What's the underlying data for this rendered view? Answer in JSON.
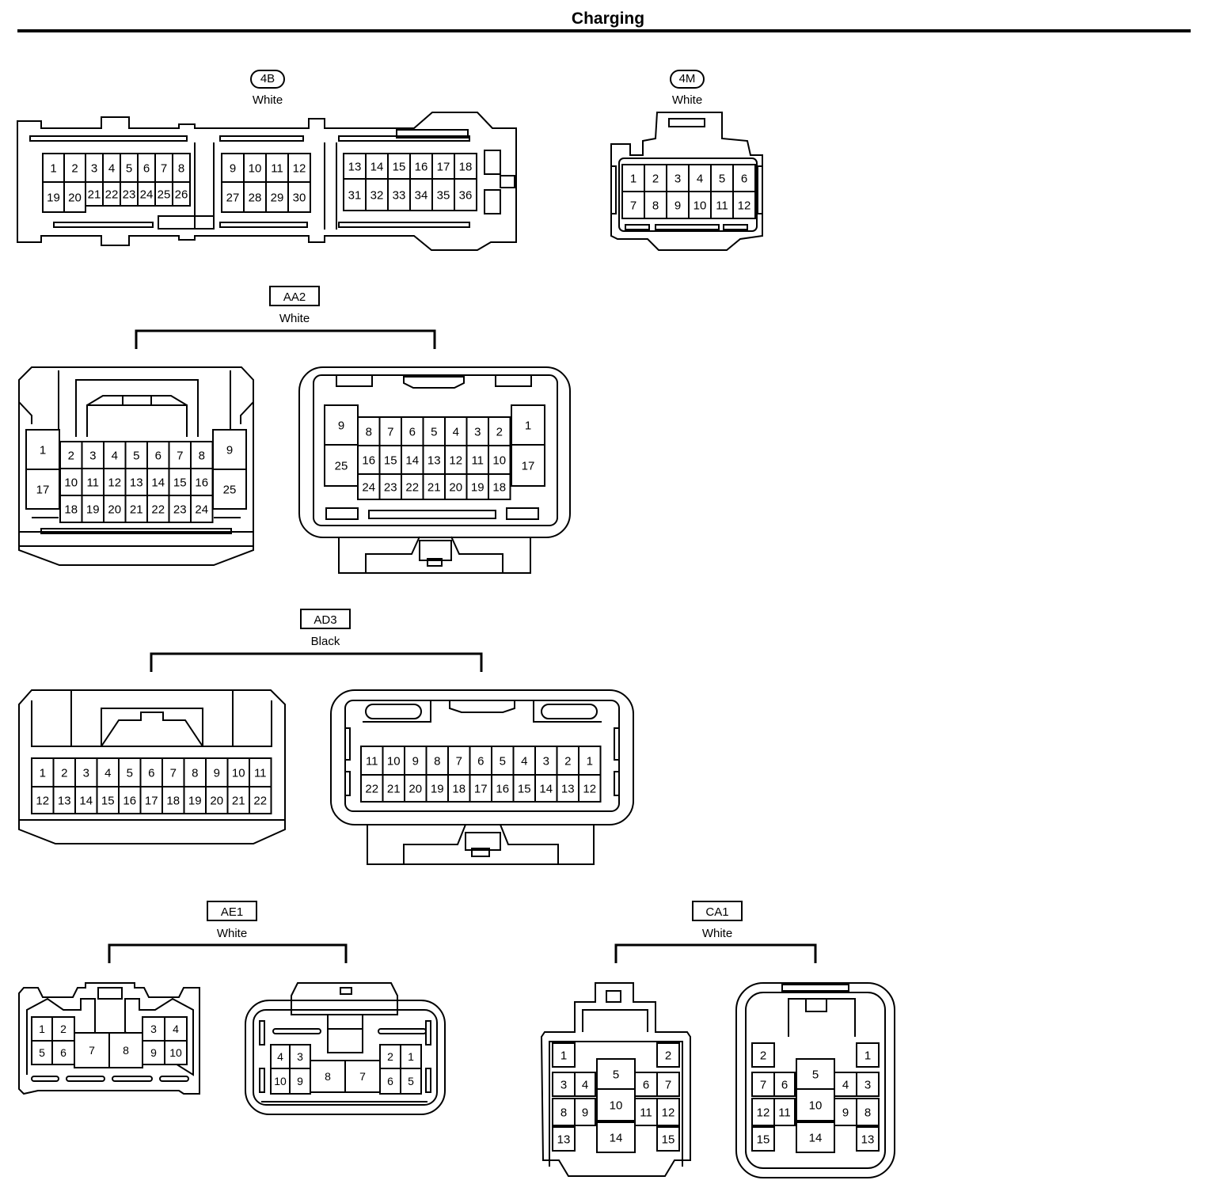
{
  "page": {
    "title": "Charging"
  },
  "connectors": {
    "c4B": {
      "code": "4B",
      "color": "White"
    },
    "c4M": {
      "code": "4M",
      "color": "White"
    },
    "cAA2": {
      "code": "AA2",
      "color": "White"
    },
    "cAD3": {
      "code": "AD3",
      "color": "Black"
    },
    "cAE1": {
      "code": "AE1",
      "color": "White"
    },
    "cCA1": {
      "code": "CA1",
      "color": "White"
    }
  },
  "pins": {
    "c4B": [
      "1",
      "2",
      "3",
      "4",
      "5",
      "6",
      "7",
      "8",
      "9",
      "10",
      "11",
      "12",
      "13",
      "14",
      "15",
      "16",
      "17",
      "18",
      "19",
      "20",
      "21",
      "22",
      "23",
      "24",
      "25",
      "26",
      "27",
      "28",
      "29",
      "30",
      "31",
      "32",
      "33",
      "34",
      "35",
      "36"
    ],
    "c4M": [
      "1",
      "2",
      "3",
      "4",
      "5",
      "6",
      "7",
      "8",
      "9",
      "10",
      "11",
      "12"
    ],
    "cAA2": [
      "1",
      "2",
      "3",
      "4",
      "5",
      "6",
      "7",
      "8",
      "9",
      "10",
      "11",
      "12",
      "13",
      "14",
      "15",
      "16",
      "17",
      "18",
      "19",
      "20",
      "21",
      "22",
      "23",
      "24",
      "25"
    ],
    "cAD3": [
      "1",
      "2",
      "3",
      "4",
      "5",
      "6",
      "7",
      "8",
      "9",
      "10",
      "11",
      "12",
      "13",
      "14",
      "15",
      "16",
      "17",
      "18",
      "19",
      "20",
      "21",
      "22"
    ],
    "cAE1": [
      "1",
      "2",
      "3",
      "4",
      "5",
      "6",
      "7",
      "8",
      "9",
      "10"
    ],
    "cCA1": [
      "1",
      "2",
      "3",
      "4",
      "5",
      "6",
      "7",
      "8",
      "9",
      "10",
      "11",
      "12",
      "13",
      "14",
      "15"
    ]
  }
}
